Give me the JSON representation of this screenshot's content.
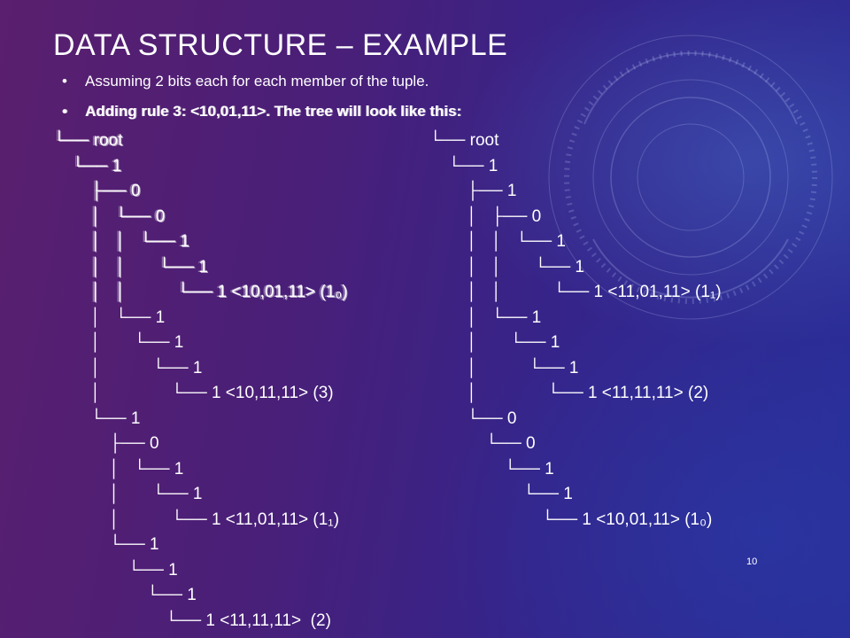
{
  "slide": {
    "title": "DATA STRUCTURE – EXAMPLE",
    "bullets": [
      "Assuming 2 bits each for each member of the tuple.",
      "Adding rule 3: <10,01,11>. The tree will look like this:"
    ],
    "page_number": "10"
  },
  "left_tree": [
    "└── root",
    "    └── 1",
    "        ├── 0",
    "        │   └── 0",
    "        │   │   └── 1",
    "        │   │       └── 1",
    "        │   │           └── 1 <10,01,11> (1₀)",
    "        │   └── 1",
    "        │       └── 1",
    "        │           └── 1",
    "        │               └── 1 <10,11,11> (3)",
    "        └── 1",
    "            ├── 0",
    "            │   └── 1",
    "            │       └── 1",
    "            │           └── 1 <11,01,11> (1₁)",
    "            └── 1",
    "                └── 1",
    "                    └── 1",
    "                        └── 1 <11,11,11>  (2)"
  ],
  "right_tree": [
    "└── root",
    "    └── 1",
    "        ├── 1",
    "        │   ├── 0",
    "        │   │   └── 1",
    "        │   │       └── 1",
    "        │   │           └── 1 <11,01,11> (1₁)",
    "        │   └── 1",
    "        │       └── 1",
    "        │           └── 1",
    "        │               └── 1 <11,11,11> (2)",
    "        └── 0",
    "            └── 0",
    "                └── 1",
    "                    └── 1",
    "                        └── 1 <10,01,11> (1₀)"
  ]
}
